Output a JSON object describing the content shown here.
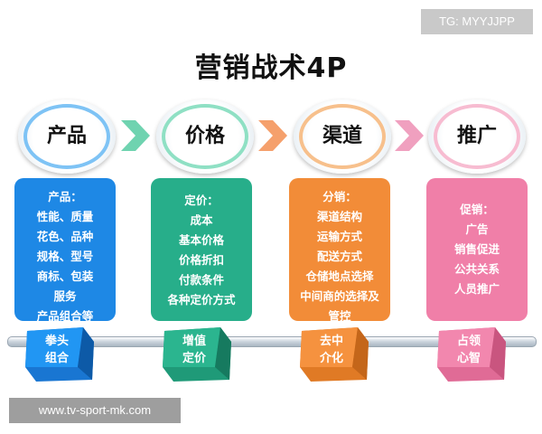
{
  "watermark": "TG: MYYJJPP",
  "footer_url": "www.tv-sport-mk.com",
  "title": "营销战术4P",
  "columns": [
    {
      "heading": "产品",
      "color": "#1e88e5",
      "ring_color": "#7ec3f5",
      "lines": [
        "产品：",
        "性能、质量",
        "花色、品种",
        "规格、型号",
        "商标、包装",
        "服务",
        "产品组合等"
      ],
      "tag": [
        "拳头",
        "组合"
      ]
    },
    {
      "heading": "价格",
      "color": "#27ae8a",
      "ring_color": "#8fe0c4",
      "lines": [
        "定价：",
        "成本",
        "基本价格",
        "价格折扣",
        "付款条件",
        "各种定价方式"
      ],
      "tag": [
        "增值",
        "定价"
      ]
    },
    {
      "heading": "渠道",
      "color": "#f28c38",
      "ring_color": "#f7c08c",
      "lines": [
        "分销：",
        "渠道结构",
        "运输方式",
        "配送方式",
        "仓储地点选择",
        "中间商的选择及",
        "管控"
      ],
      "tag": [
        "去中",
        "介化"
      ]
    },
    {
      "heading": "推广",
      "color": "#f07fa8",
      "ring_color": "#f7bcd1",
      "lines": [
        "促销：",
        "广告",
        "销售促进",
        "公共关系",
        "人员推广"
      ],
      "tag": [
        "占领",
        "心智"
      ]
    }
  ],
  "arrow_colors": [
    "#6fd3b0",
    "#f5a06c",
    "#f0a0bf"
  ]
}
